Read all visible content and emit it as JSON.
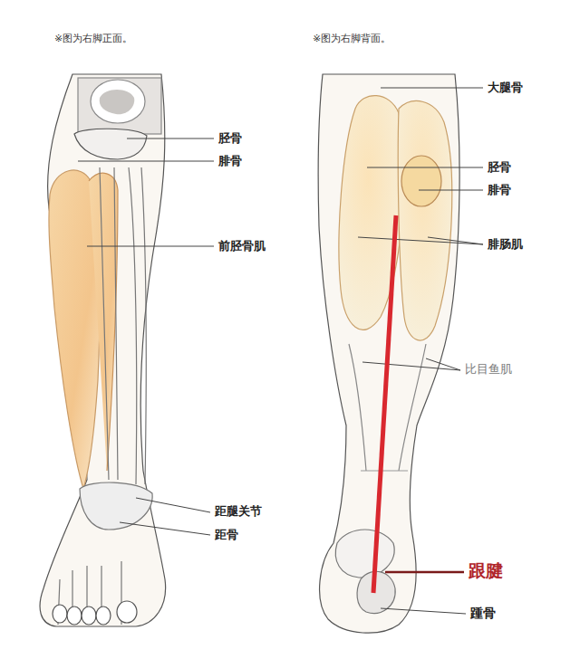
{
  "diagram": {
    "labels": [
      "※图为右脚正面。",
      "胫骨",
      "腓骨",
      "前胫骨肌",
      "距腿关节",
      "距骨",
      "※图为右脚背面。",
      "大腿骨",
      "胫骨",
      "腓骨",
      "腓肠肌",
      "比目鱼肌",
      "跟腱",
      "踵骨"
    ]
  }
}
